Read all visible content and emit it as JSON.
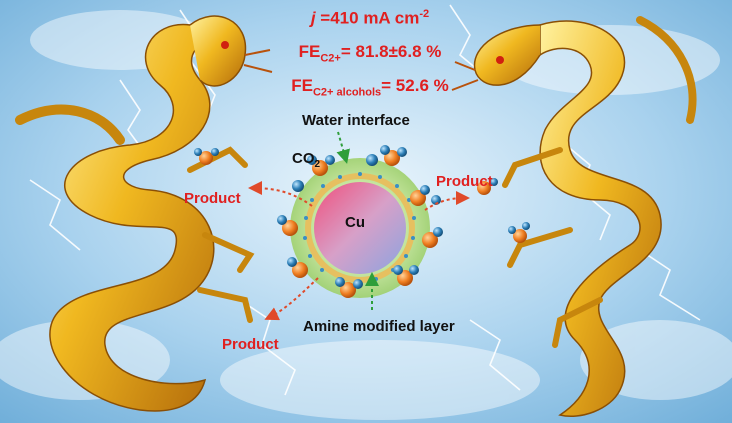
{
  "metrics": {
    "current_density": {
      "symbol": "j",
      "text": " =410 mA cm",
      "superscript": "-2"
    },
    "fe_c2": {
      "prefix": "FE",
      "subscript": "C2+",
      "value": "= 81.8±6.8 %"
    },
    "fe_alcohols": {
      "prefix": "FE",
      "subscript": "C2+ alcohols",
      "value": "= 52.6 %"
    }
  },
  "labels": {
    "water_interface": "Water interface",
    "co2": {
      "main": "CO",
      "sub": "2"
    },
    "cu": "Cu",
    "amine_layer": "Amine modified layer",
    "product_left_top": "Product",
    "product_right": "Product",
    "product_left_bottom": "Product"
  },
  "colors": {
    "metric_text": "#e02020",
    "label_text": "#111111",
    "sky": "#8fc3e6",
    "dragon_gold": "#e3a51a",
    "shell_green": "#a8d77a",
    "cu_core_pink": "#e8537a",
    "cu_core_blue": "#9fa0d8",
    "molecule_blue": "#2c7fb8",
    "molecule_orange": "#f07f22",
    "arrow_green": "#2e9e3a",
    "arrow_red": "#e04a2a"
  },
  "decorations": {
    "left_dragon": "golden-dragon",
    "right_dragon": "golden-dragon",
    "background": "lightning-sky"
  }
}
